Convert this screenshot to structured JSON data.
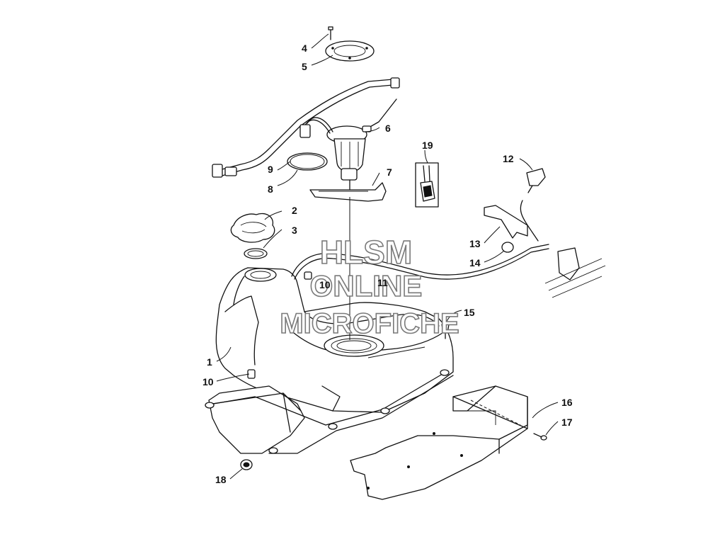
{
  "watermark": {
    "line1": "HLSM",
    "line2": "ONLINE",
    "line3": "MICROFICHE"
  },
  "callouts": [
    {
      "id": "callout-1",
      "label": "1",
      "part": "fuel-tank"
    },
    {
      "id": "callout-2",
      "label": "2",
      "part": "fuel-cap"
    },
    {
      "id": "callout-3",
      "label": "3",
      "part": "cap-gasket"
    },
    {
      "id": "callout-4",
      "label": "4",
      "part": "screw"
    },
    {
      "id": "callout-5",
      "label": "5",
      "part": "pump-gasket-plate"
    },
    {
      "id": "callout-6",
      "label": "6",
      "part": "fuel-pump"
    },
    {
      "id": "callout-7",
      "label": "7",
      "part": "fuel-sender"
    },
    {
      "id": "callout-8",
      "label": "8",
      "part": "o-ring"
    },
    {
      "id": "callout-9",
      "label": "9",
      "part": "fuel-hose"
    },
    {
      "id": "callout-10a",
      "label": "10",
      "part": "vent-fitting"
    },
    {
      "id": "callout-10b",
      "label": "10",
      "part": "vent-fitting"
    },
    {
      "id": "callout-11",
      "label": "11",
      "part": "vent-hose"
    },
    {
      "id": "callout-12",
      "label": "12",
      "part": "check-valve"
    },
    {
      "id": "callout-13",
      "label": "13",
      "part": "bracket"
    },
    {
      "id": "callout-14",
      "label": "14",
      "part": "clamp"
    },
    {
      "id": "callout-15",
      "label": "15",
      "part": "push-rivet"
    },
    {
      "id": "callout-16",
      "label": "16",
      "part": "heat-shield"
    },
    {
      "id": "callout-17",
      "label": "17",
      "part": "rivet"
    },
    {
      "id": "callout-18",
      "label": "18",
      "part": "grommet"
    },
    {
      "id": "callout-19",
      "label": "19",
      "part": "wire-harness-connector"
    }
  ]
}
